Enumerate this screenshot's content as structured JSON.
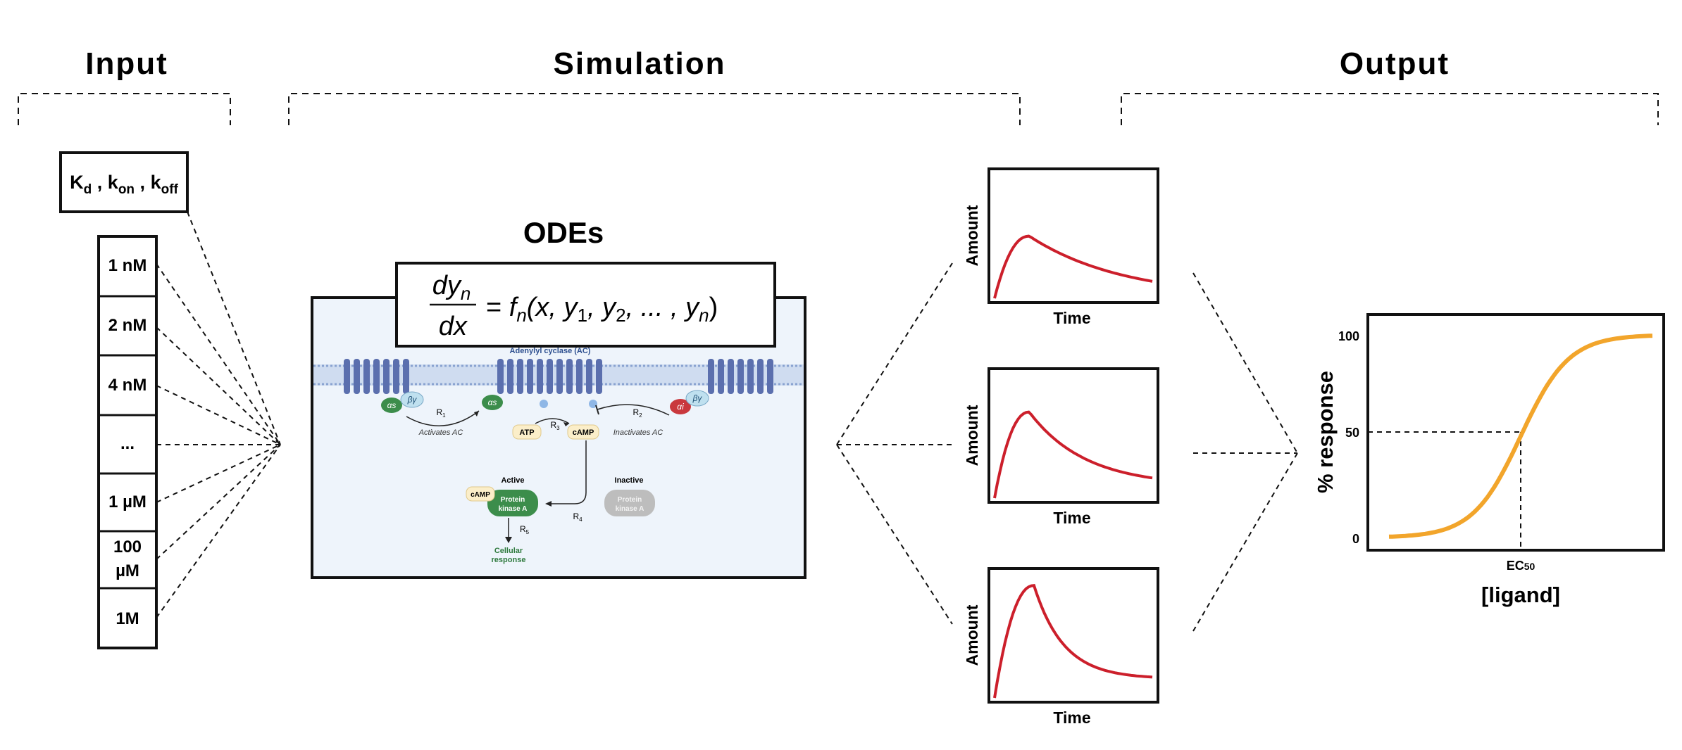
{
  "sections": {
    "input": "Input",
    "simulation": "Simulation",
    "output": "Output"
  },
  "input": {
    "params": {
      "K": "K",
      "K_sub": "d",
      "k1": "k",
      "k1_sub": "on",
      "k2": "k",
      "k2_sub": "off",
      "sep": ","
    },
    "concentrations": [
      "1 nM",
      "2 nM",
      "4 nM",
      "...",
      "1 µM",
      "100 µM",
      "1M"
    ]
  },
  "simulation": {
    "title": "ODEs",
    "equation": {
      "num": "dy",
      "num_sub": "n",
      "den": "dx",
      "rhs_f": "f",
      "rhs_sub": "n",
      "rhs_args": "(x, y",
      "rhs_tail": ", ... , y"
    },
    "pathway": {
      "membrane_label": "Adenylyl cyclase (AC)",
      "alpha_s": "αs",
      "alpha_s_active": "αs",
      "alpha_i": "αi",
      "beta_gamma": "βγ",
      "r1": "R",
      "r1_sub": "1",
      "r2": "R",
      "r2_sub": "2",
      "r3": "R",
      "r3_sub": "3",
      "r4": "R",
      "r4_sub": "4",
      "r5": "R",
      "r5_sub": "5",
      "activates": "Activates AC",
      "inactivates": "Inactivates AC",
      "atp": "ATP",
      "camp": "cAMP",
      "camp_bound": "cAMP",
      "active": "Active",
      "inactive": "Inactive",
      "pka_line1": "Protein",
      "pka_line2": "kinase A",
      "response_line1": "Cellular",
      "response_line2": "response"
    }
  },
  "timecourses": [
    {
      "xlabel": "Time",
      "ylabel": "Amount"
    },
    {
      "xlabel": "Time",
      "ylabel": "Amount"
    },
    {
      "xlabel": "Time",
      "ylabel": "Amount"
    }
  ],
  "output": {
    "ylabel": "% response",
    "xlabel": "[ligand]",
    "ec_label": "EC",
    "ec_sub": "50",
    "yticks": [
      "100",
      "50",
      "0"
    ]
  },
  "colors": {
    "curve_red": "#cc1f2b",
    "curve_orange": "#f2a52b",
    "membrane_blue": "#5b6fae",
    "cell_bg": "#eef4fb",
    "pka_green": "#3c8d4b",
    "ai_red": "#c9383d"
  }
}
